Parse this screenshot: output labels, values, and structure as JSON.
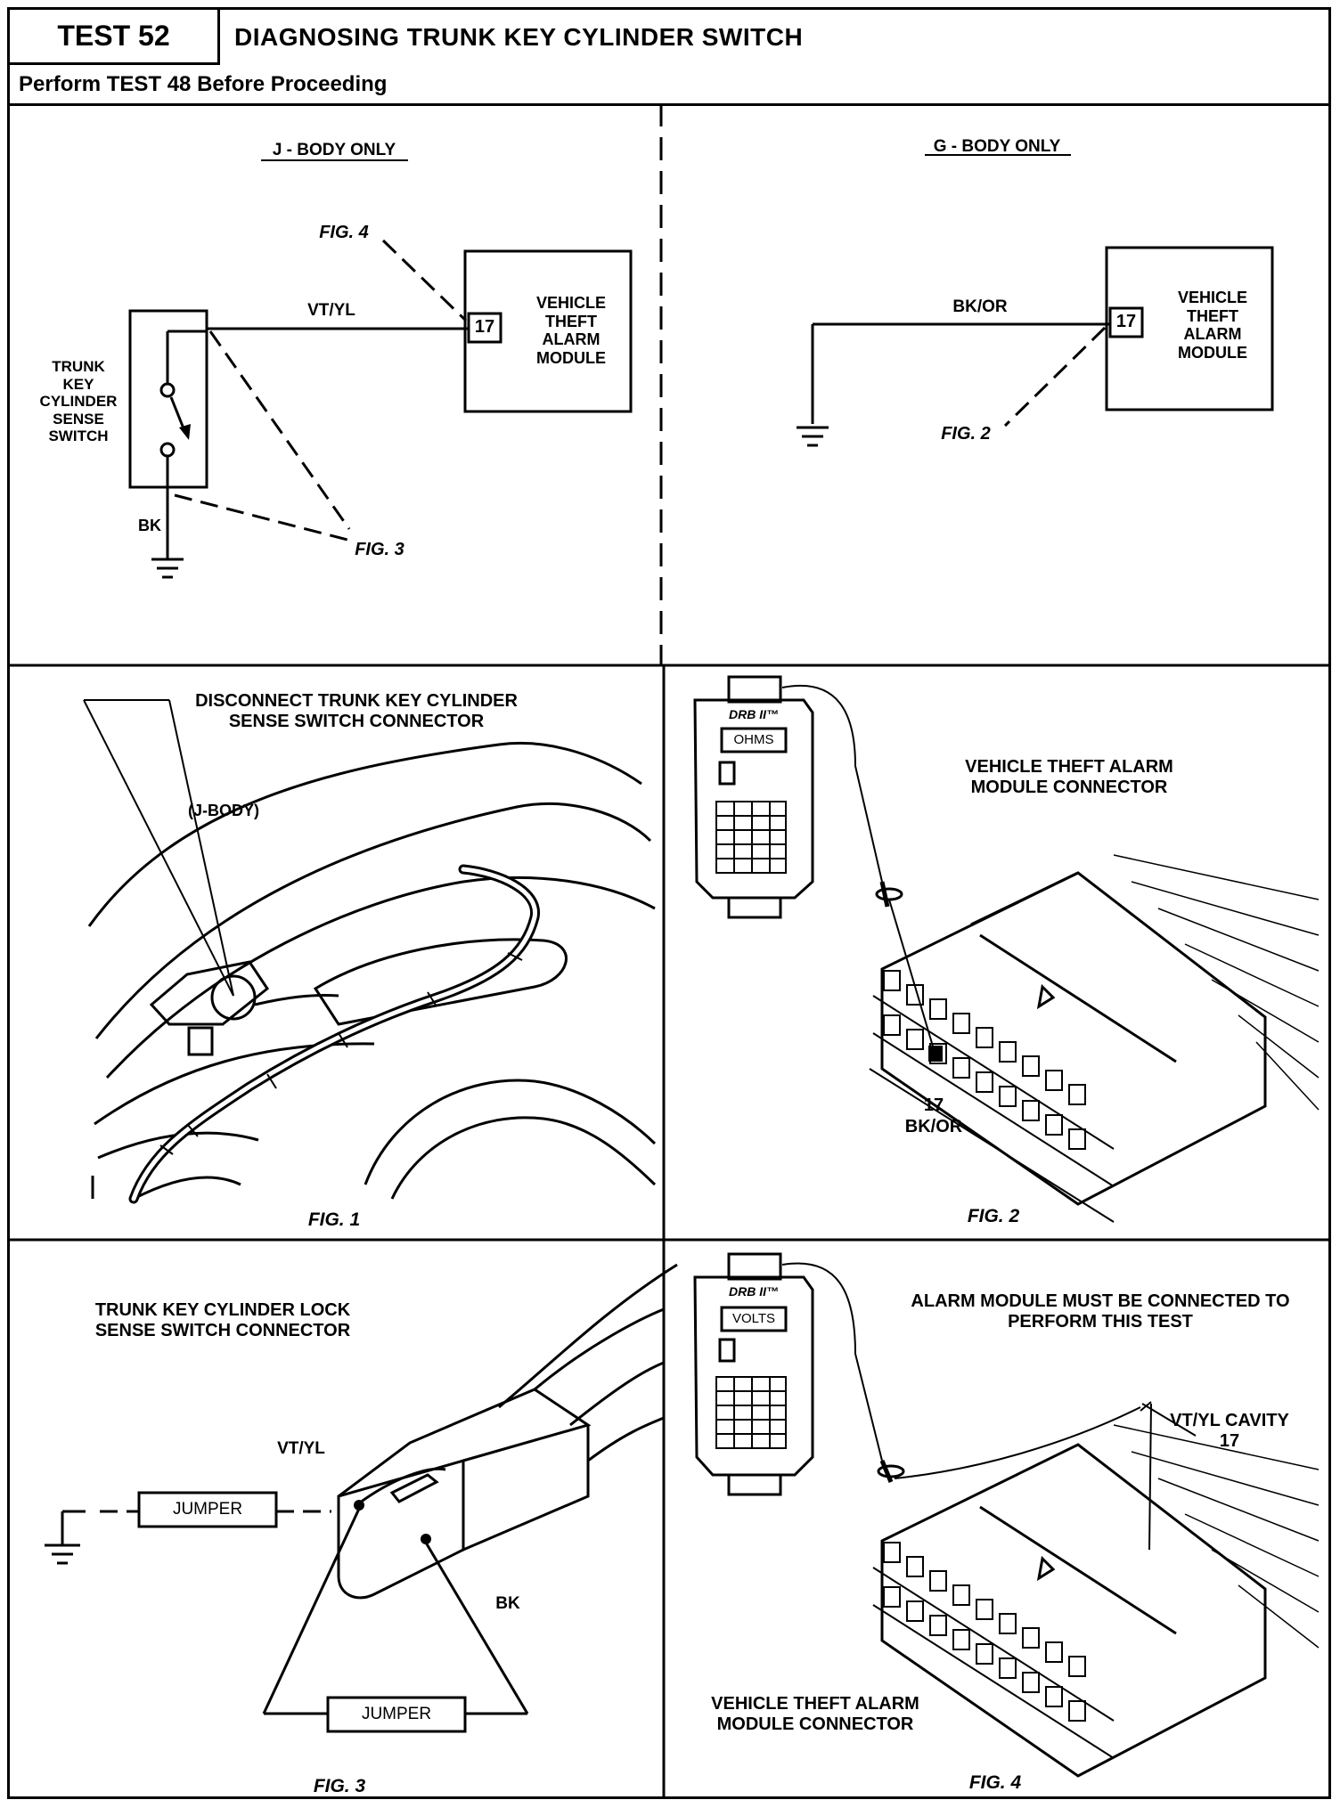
{
  "header": {
    "test_number": "TEST 52",
    "title": "DIAGNOSING TRUNK KEY CYLINDER SWITCH",
    "prerequisite": "Perform TEST 48 Before Proceeding"
  },
  "j_body": {
    "heading": "J - BODY ONLY",
    "switch_label": "TRUNK KEY CYLINDER SENSE SWITCH",
    "wire_top": "VT/YL",
    "wire_bottom": "BK",
    "pin": "17",
    "module_label": "VEHICLE THEFT ALARM MODULE",
    "fig_a": "FIG. 4",
    "fig_b": "FIG. 3"
  },
  "g_body": {
    "heading": "G - BODY ONLY",
    "wire": "BK/OR",
    "pin": "17",
    "module_label": "VEHICLE THEFT ALARM MODULE",
    "fig": "FIG. 2"
  },
  "fig1": {
    "callout": "DISCONNECT TRUNK KEY CYLINDER SENSE SWITCH CONNECTOR",
    "body_note": "(J-BODY)",
    "caption": "FIG. 1"
  },
  "fig2": {
    "tester_brand": "DRB II™",
    "tester_mode": "OHMS",
    "connector_label": "VEHICLE THEFT ALARM MODULE CONNECTOR",
    "cavity_number": "17",
    "cavity_wire": "BK/OR",
    "caption": "FIG. 2"
  },
  "fig3": {
    "connector_label": "TRUNK KEY CYLINDER LOCK SENSE SWITCH CONNECTOR",
    "wire_top": "VT/YL",
    "wire_bottom": "BK",
    "jumper_1": "JUMPER",
    "jumper_2": "JUMPER",
    "caption": "FIG. 3"
  },
  "fig4": {
    "tester_brand": "DRB II™",
    "tester_mode": "VOLTS",
    "note": "ALARM MODULE MUST BE CONNECTED TO PERFORM THIS TEST",
    "cavity_label": "VT/YL CAVITY 17",
    "connector_label": "VEHICLE THEFT ALARM MODULE CONNECTOR",
    "caption": "FIG. 4"
  }
}
